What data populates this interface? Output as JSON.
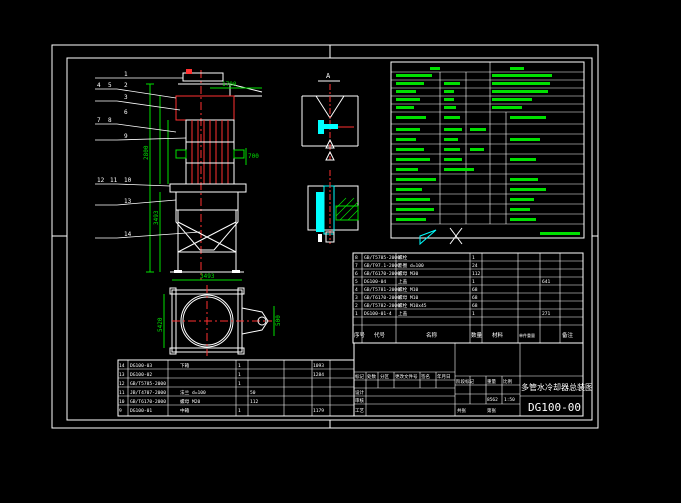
{
  "drawing": {
    "background": "#000000",
    "frame_color": "#ffffff",
    "accent_red": "#ff3030",
    "accent_green": "#00e000",
    "accent_cyan": "#00ffff",
    "accent_yellow": "#ffff00",
    "accent_magenta": "#ff00ff"
  },
  "title_block": {
    "drawing_title": "多管水冷却器总装图",
    "drawing_number": "DG100-00",
    "scale": "1:50",
    "weight": "8562"
  },
  "section_label": "A",
  "balloon_numbers": [
    "1",
    "2",
    "3",
    "4",
    "5",
    "6",
    "7",
    "8",
    "9",
    "10",
    "11",
    "12",
    "13",
    "14"
  ],
  "dimensions": {
    "d1": "1700",
    "d2": "2800",
    "d3": "3493",
    "d4": "5420",
    "d5": "700",
    "d6": "500",
    "d7": "3493"
  },
  "upper_table": {
    "rows": [
      {
        "no": "8",
        "code": "GB/T5785-2000",
        "name": "螺栓",
        "qty": "1"
      },
      {
        "no": "7",
        "code": "GB/T97.1-2000",
        "name": "垫圈 d=100",
        "qty": "24"
      },
      {
        "no": "6",
        "code": "GB/T6170-2000",
        "name": "螺母 M30",
        "qty": "112"
      },
      {
        "no": "5",
        "code": "DG100-04",
        "name": "上盖",
        "qty": "1",
        "weight": "641"
      },
      {
        "no": "4",
        "code": "GB/T5781-2000",
        "name": "螺栓 M10",
        "qty": "68"
      },
      {
        "no": "3",
        "code": "GB/T6170-2000",
        "name": "螺母 M10",
        "qty": "68"
      },
      {
        "no": "2",
        "code": "GB/T5782-2000",
        "name": "螺栓 M10x45",
        "qty": "68"
      },
      {
        "no": "1",
        "code": "DG100-01-4",
        "name": "上盖",
        "qty": "1",
        "weight": "271"
      }
    ],
    "header": [
      "序号",
      "代号",
      "名称",
      "数量",
      "材料",
      "单件重量",
      "备注"
    ]
  },
  "lower_table": {
    "rows": [
      {
        "no": "14",
        "code": "DG100-03",
        "name": "下箱",
        "qty": "1",
        "weight": "1093"
      },
      {
        "no": "13",
        "code": "DG100-02",
        "name": "",
        "qty": "1",
        "weight": "1284"
      },
      {
        "no": "12",
        "code": "GB/T5785-2000",
        "name": "",
        "qty": "1"
      },
      {
        "no": "11",
        "code": "JB/T4707-2000",
        "name": "法兰 d=100",
        "qty": "50"
      },
      {
        "no": "10",
        "code": "GB/T6170-2000",
        "name": "螺母 M20",
        "qty": "112"
      },
      {
        "no": "9",
        "code": "DG100-01",
        "name": "中箱",
        "qty": "1",
        "weight": "1179"
      }
    ],
    "labels": [
      "设计",
      "审核",
      "工艺",
      "标记",
      "处数",
      "分区",
      "更改文件号",
      "签名",
      "年月日",
      "阶段标记",
      "重量",
      "比例",
      "共张",
      "第张"
    ]
  }
}
